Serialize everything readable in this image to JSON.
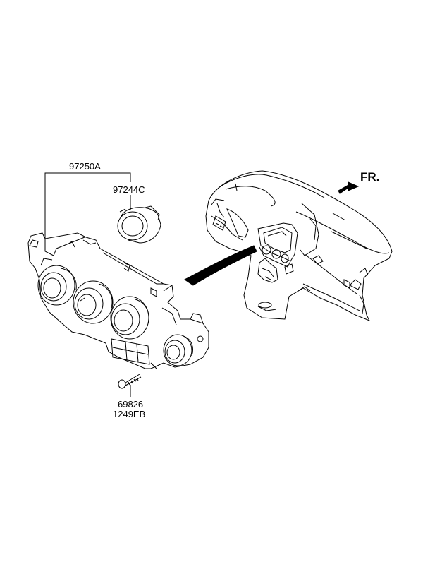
{
  "labels": {
    "part_97250A": "97250A",
    "part_97244C": "97244C",
    "part_69826": "69826",
    "part_1249EB": "1249EB",
    "direction": "FR."
  },
  "colors": {
    "line": "#000000",
    "background": "#ffffff"
  }
}
